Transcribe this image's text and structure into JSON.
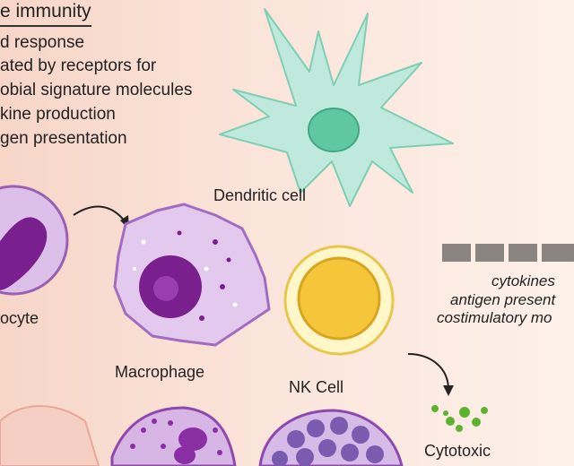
{
  "header": {
    "title": "e immunity",
    "bullets": [
      "d response",
      "ated by receptors for",
      "obial signature molecules",
      "kine production",
      "gen presentation"
    ]
  },
  "cells": {
    "dendritic": "Dendritic cell",
    "monocyte": "ocyte",
    "macrophage": "Macrophage",
    "nk": "NK Cell"
  },
  "outputs": {
    "cytokines": "cytokines",
    "antigen": "antigen present",
    "costim": "costimulatory mo",
    "cytotoxic": "Cytotoxic"
  },
  "colors": {
    "dendritic_fill": "#bfe9dc",
    "dendritic_stroke": "#7fcfb5",
    "purple_cell": "#d9bde6",
    "purple_nucleus": "#7a1f8e",
    "nk_fill": "#f5c53a",
    "granule_green": "#5cb330"
  }
}
